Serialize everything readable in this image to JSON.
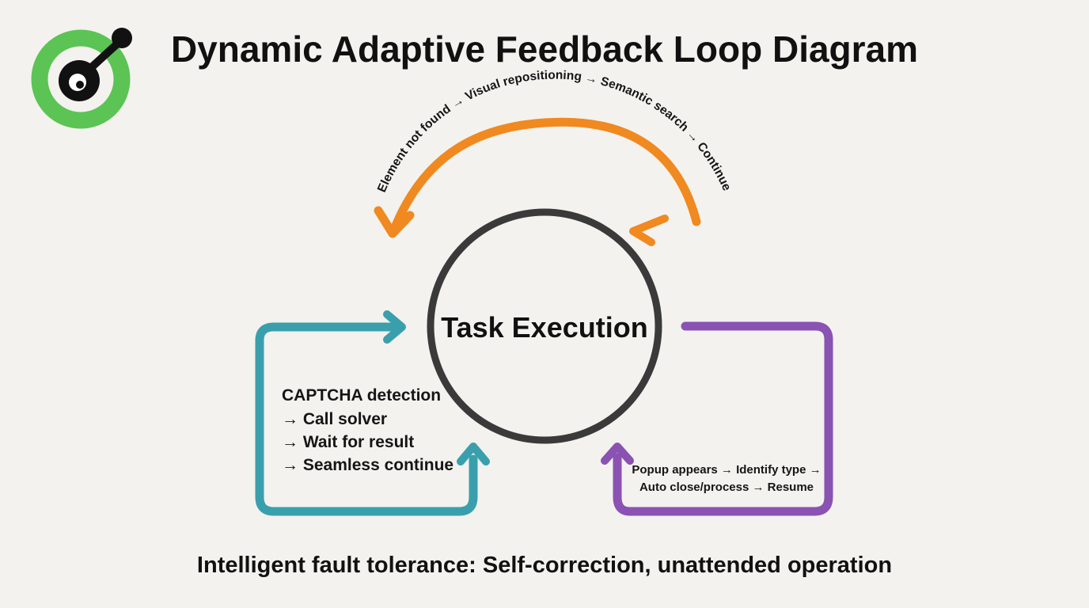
{
  "title": "Dynamic Adaptive Feedback Loop Diagram",
  "center": {
    "label": "Task Execution"
  },
  "top_loop": {
    "text": "Element not found → Visual repositioning → Semantic search → Continue",
    "color": "#f0891f"
  },
  "left_loop": {
    "lines": [
      "CAPTCHA detection",
      "→ Call solver",
      "→ Wait for result",
      "→ Seamless continue"
    ],
    "color": "#3a9fad"
  },
  "right_loop": {
    "lines": [
      "Popup appears → Identify type →",
      "Auto close/process → Resume"
    ],
    "color": "#8a52b2"
  },
  "footer": "Intelligent fault tolerance: Self-correction, unattended operation",
  "logo": {
    "icon": "logo-icon",
    "ring_color": "#5bc454",
    "mark_color": "#111111"
  },
  "colors": {
    "background": "#f3f2ee",
    "circle": "#3a3a3a"
  }
}
